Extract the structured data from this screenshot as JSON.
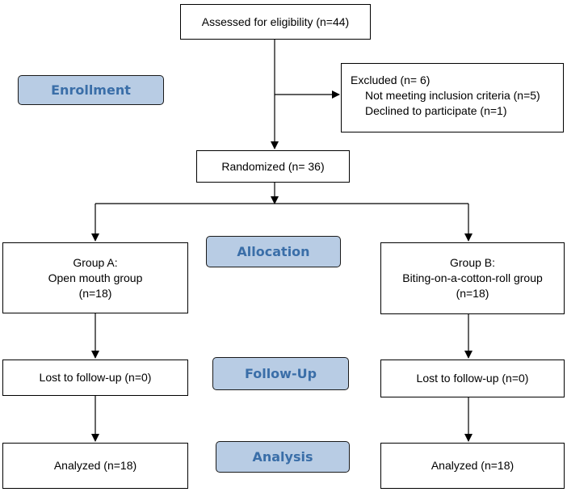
{
  "colors": {
    "stage_fill": "#b8cce4",
    "stage_text": "#3a6ea8",
    "line": "#000000"
  },
  "boxes": {
    "assessed": "Assessed for eligibility (n=44)",
    "excluded": {
      "title": "Excluded (n= 6)",
      "items": [
        "Not meeting inclusion criteria (n=5)",
        "Declined to participate (n=1)"
      ]
    },
    "randomized": "Randomized (n= 36)",
    "group_a": [
      "Group A:",
      "Open mouth group",
      "(n=18)"
    ],
    "group_b": [
      "Group B:",
      "Biting-on-a-cotton-roll group",
      "(n=18)"
    ],
    "lost_a": "Lost to follow-up (n=0)",
    "lost_b": "Lost to follow-up (n=0)",
    "analyzed_a": "Analyzed (n=18)",
    "analyzed_b": "Analyzed (n=18)"
  },
  "stages": {
    "enrollment": "Enrollment",
    "allocation": "Allocation",
    "follow_up": "Follow-Up",
    "analysis": "Analysis"
  }
}
